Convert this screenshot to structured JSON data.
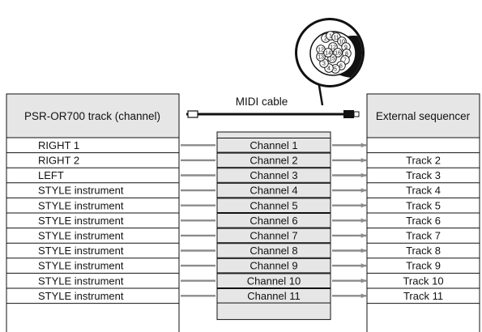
{
  "header_left": "PSR-OR700 track (channel)",
  "header_right": "External sequencer",
  "cable_label": "MIDI cable",
  "connector_pins": [
    "1",
    "2",
    "3",
    "4",
    "5",
    "6",
    "7",
    "8",
    "9",
    "10",
    "11",
    "12",
    "13",
    "14",
    "15",
    "16"
  ],
  "rows": [
    {
      "left": "RIGHT 1",
      "channel": "Channel 1",
      "right": ""
    },
    {
      "left": "RIGHT 2",
      "channel": "Channel 2",
      "right": "Track 2"
    },
    {
      "left": "LEFT",
      "channel": "Channel 3",
      "right": "Track 3"
    },
    {
      "left": "STYLE instrument",
      "channel": "Channel 4",
      "right": "Track 4"
    },
    {
      "left": "STYLE instrument",
      "channel": "Channel 5",
      "right": "Track 5"
    },
    {
      "left": "STYLE instrument",
      "channel": "Channel 6",
      "right": "Track 6"
    },
    {
      "left": "STYLE instrument",
      "channel": "Channel 7",
      "right": "Track 7"
    },
    {
      "left": "STYLE instrument",
      "channel": "Channel 8",
      "right": "Track 8"
    },
    {
      "left": "STYLE instrument",
      "channel": "Channel 9",
      "right": "Track 9"
    },
    {
      "left": "STYLE instrument",
      "channel": "Channel 10",
      "right": "Track 10"
    },
    {
      "left": "STYLE instrument",
      "channel": "Channel 11",
      "right": "Track 11"
    }
  ],
  "colors": {
    "header_fill": "#e6e6e6",
    "channel_fill": "#e6e6e6",
    "line": "#111111",
    "arrow": "#8c8c8c",
    "cable_end": "#111111"
  }
}
